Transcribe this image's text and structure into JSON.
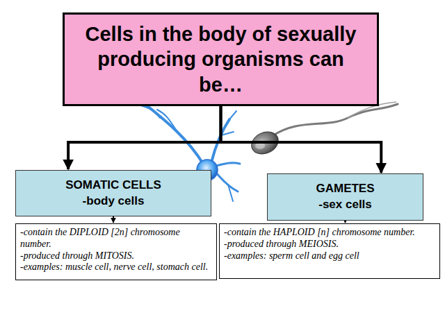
{
  "diagram": {
    "nodes": [
      {
        "text": [
          "Cells in the body of sexually producing organisms can be…"
        ]
      },
      {
        "text": [
          "SOMATIC CELLS",
          "-body cells"
        ]
      },
      {
        "text": [
          "-contain the DIPLOID [2n] chromosome number.",
          "-produced through MITOSIS.",
          "-examples: muscle cell, nerve cell, stomach cell."
        ]
      },
      {
        "text": [
          "GAMETES",
          "-sex cells"
        ]
      },
      {
        "text": [
          "-contain the HAPLOID [n] chromosome number.",
          "-produced through MEIOSIS.",
          "-examples: sperm cell and egg cell"
        ]
      }
    ],
    "edges": [
      {
        "from": 0,
        "to": 1,
        "arrow": "to"
      },
      {
        "from": 0,
        "to": 3,
        "arrow": "to"
      },
      {
        "from": 1,
        "to": 2,
        "arrow": "to"
      },
      {
        "from": 3,
        "to": 4,
        "arrow": "to"
      }
    ]
  }
}
